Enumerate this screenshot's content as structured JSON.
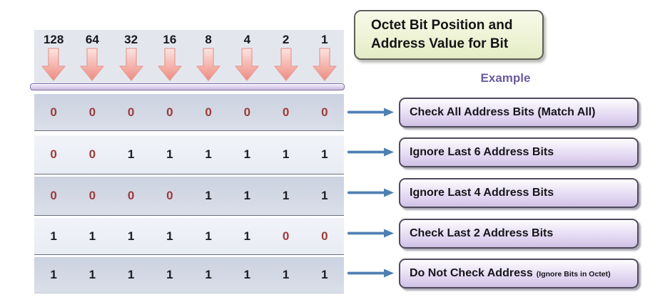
{
  "header": {
    "title_line1": "Octet Bit Position and",
    "title_line2": "Address Value for Bit",
    "example_label": "Example"
  },
  "bit_positions": [
    "128",
    "64",
    "32",
    "16",
    "8",
    "4",
    "2",
    "1"
  ],
  "rows": [
    {
      "bits": [
        "0",
        "0",
        "0",
        "0",
        "0",
        "0",
        "0",
        "0"
      ],
      "label": "Check All Address Bits (Match All)",
      "label_note": ""
    },
    {
      "bits": [
        "0",
        "0",
        "1",
        "1",
        "1",
        "1",
        "1",
        "1"
      ],
      "label": "Ignore Last 6 Address Bits",
      "label_note": ""
    },
    {
      "bits": [
        "0",
        "0",
        "0",
        "0",
        "1",
        "1",
        "1",
        "1"
      ],
      "label": "Ignore Last 4 Address Bits",
      "label_note": ""
    },
    {
      "bits": [
        "1",
        "1",
        "1",
        "1",
        "1",
        "1",
        "0",
        "0"
      ],
      "label": "Check Last 2 Address Bits",
      "label_note": ""
    },
    {
      "bits": [
        "1",
        "1",
        "1",
        "1",
        "1",
        "1",
        "1",
        "1"
      ],
      "label": "Do Not Check Address",
      "label_note": "(Ignore Bits in Octet)"
    }
  ],
  "icons": {
    "bit_position_pointer": "pink-down-arrow-icon",
    "row_to_label_connector": "blue-right-arrow-icon"
  },
  "colors": {
    "bit_zero_text": "#9d3a3c",
    "bit_one_text": "#1b1b22",
    "row_dark_bg": "#d0d5e2",
    "row_light_bg": "#eaedf4",
    "header_bg": "#e4e6ee",
    "purple_bar_border": "#7d6fa5",
    "blue_arrow": "#4e80b4",
    "pink_arrow": "#ec8b82",
    "label_box_fill": "#e0d5f0",
    "title_box_fill": "#eef3d6",
    "example_text": "#6b5b9e"
  }
}
